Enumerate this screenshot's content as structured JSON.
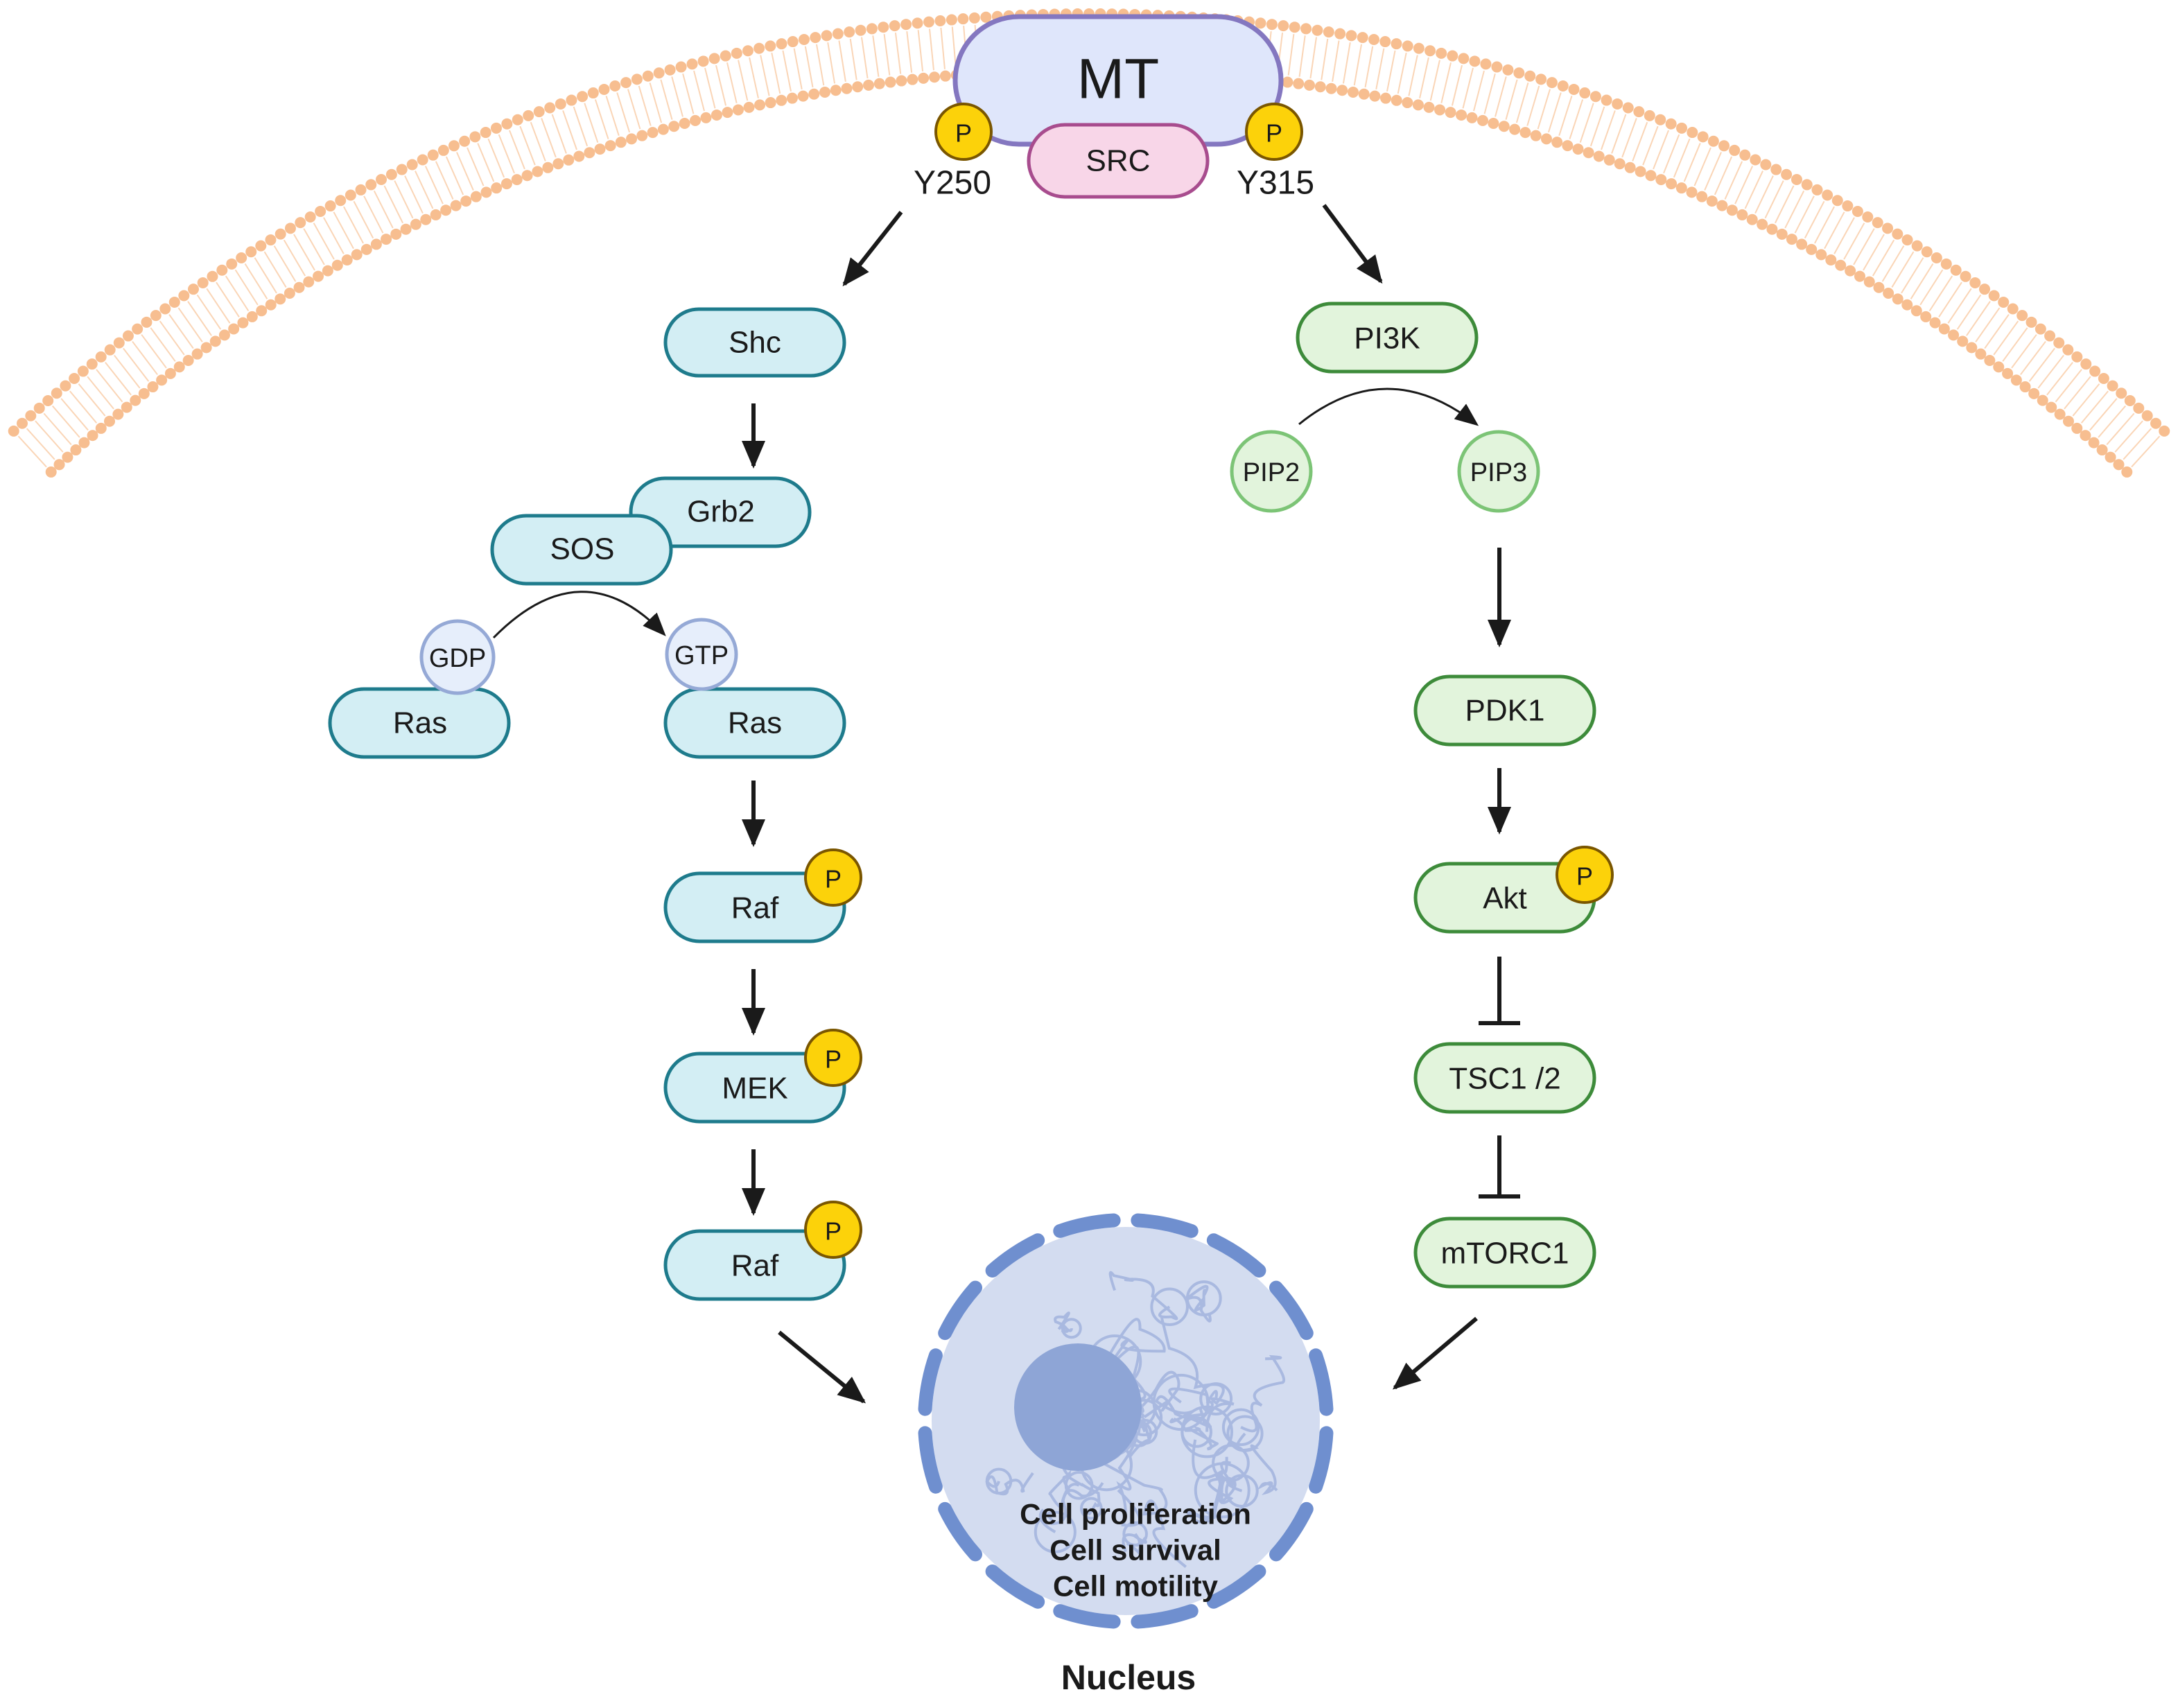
{
  "membrane_protein": {
    "mt": "MT",
    "src": "SRC",
    "site_left": "Y250",
    "site_right": "Y315"
  },
  "phospho_label": "P",
  "left_pathway": {
    "shc": "Shc",
    "grb2": "Grb2",
    "sos": "SOS",
    "gdp": "GDP",
    "gtp": "GTP",
    "ras_inactive": "Ras",
    "ras_active": "Ras",
    "raf": "Raf",
    "mek": "MEK",
    "raf_bottom": "Raf"
  },
  "right_pathway": {
    "pi3k": "PI3K",
    "pip2": "PIP2",
    "pip3": "PIP3",
    "pdk1": "PDK1",
    "akt": "Akt",
    "tsc": "TSC1 /2",
    "mtorc1": "mTORC1"
  },
  "nucleus": {
    "label": "Nucleus",
    "outcomes": [
      "Cell proliferation",
      "Cell survival",
      "Cell motility"
    ]
  },
  "colors": {
    "left_fill": "#d3eef4",
    "left_stroke": "#1e7b8c",
    "right_fill": "#e2f4dc",
    "right_stroke": "#3d8b3a",
    "mt_fill": "#dfe6fb",
    "mt_stroke": "#8477c0",
    "src_fill": "#f8d6e8",
    "src_stroke": "#a84c8e",
    "phospho_fill": "#fcd20a",
    "phospho_stroke": "#7a5600",
    "membrane": "#f6b37c",
    "nucleus_fill": "#d3dcf0",
    "nucleus_stroke": "#6f8fcf",
    "nucleolus": "#8ea5d6"
  }
}
